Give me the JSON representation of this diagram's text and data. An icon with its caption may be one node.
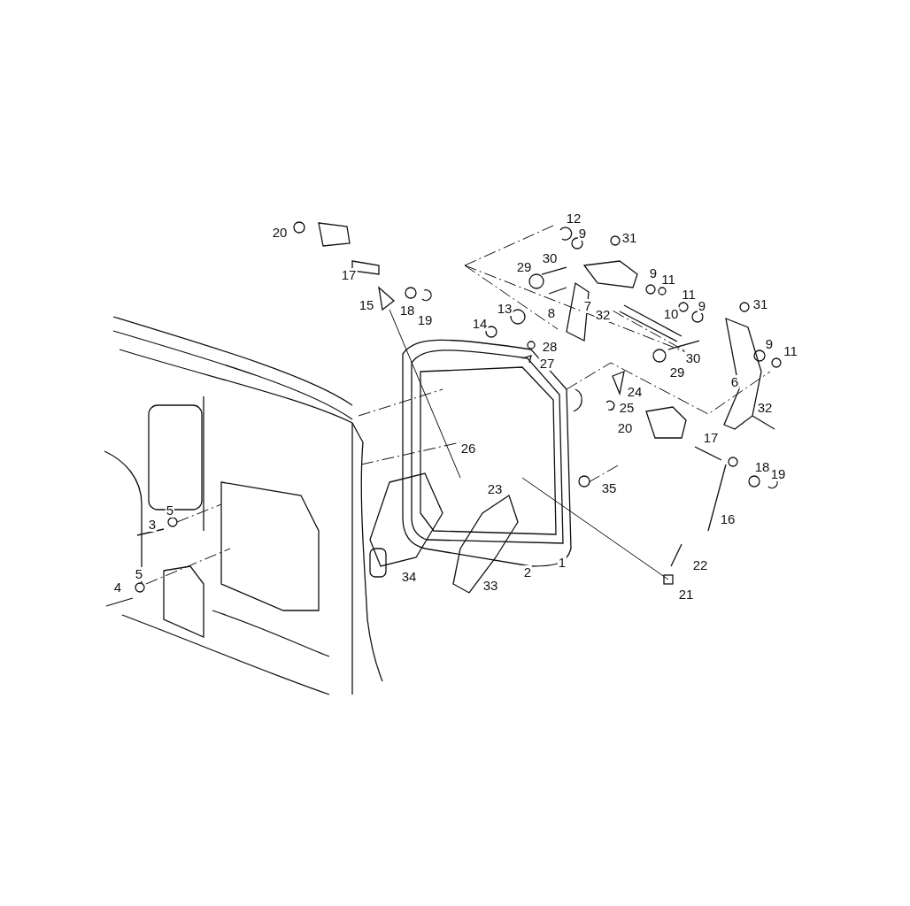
{
  "diagram": {
    "labels": [
      "12",
      "20",
      "9",
      "31",
      "30",
      "29",
      "17",
      "9",
      "11",
      "11",
      "15",
      "7",
      "31",
      "9",
      "13",
      "18",
      "8",
      "10",
      "32",
      "19",
      "14",
      "9",
      "28",
      "11",
      "30",
      "27",
      "29",
      "6",
      "24",
      "25",
      "32",
      "20",
      "17",
      "26",
      "18",
      "19",
      "35",
      "23",
      "5",
      "16",
      "3",
      "1",
      "22",
      "2",
      "5",
      "34",
      "33",
      "4",
      "21"
    ]
  }
}
